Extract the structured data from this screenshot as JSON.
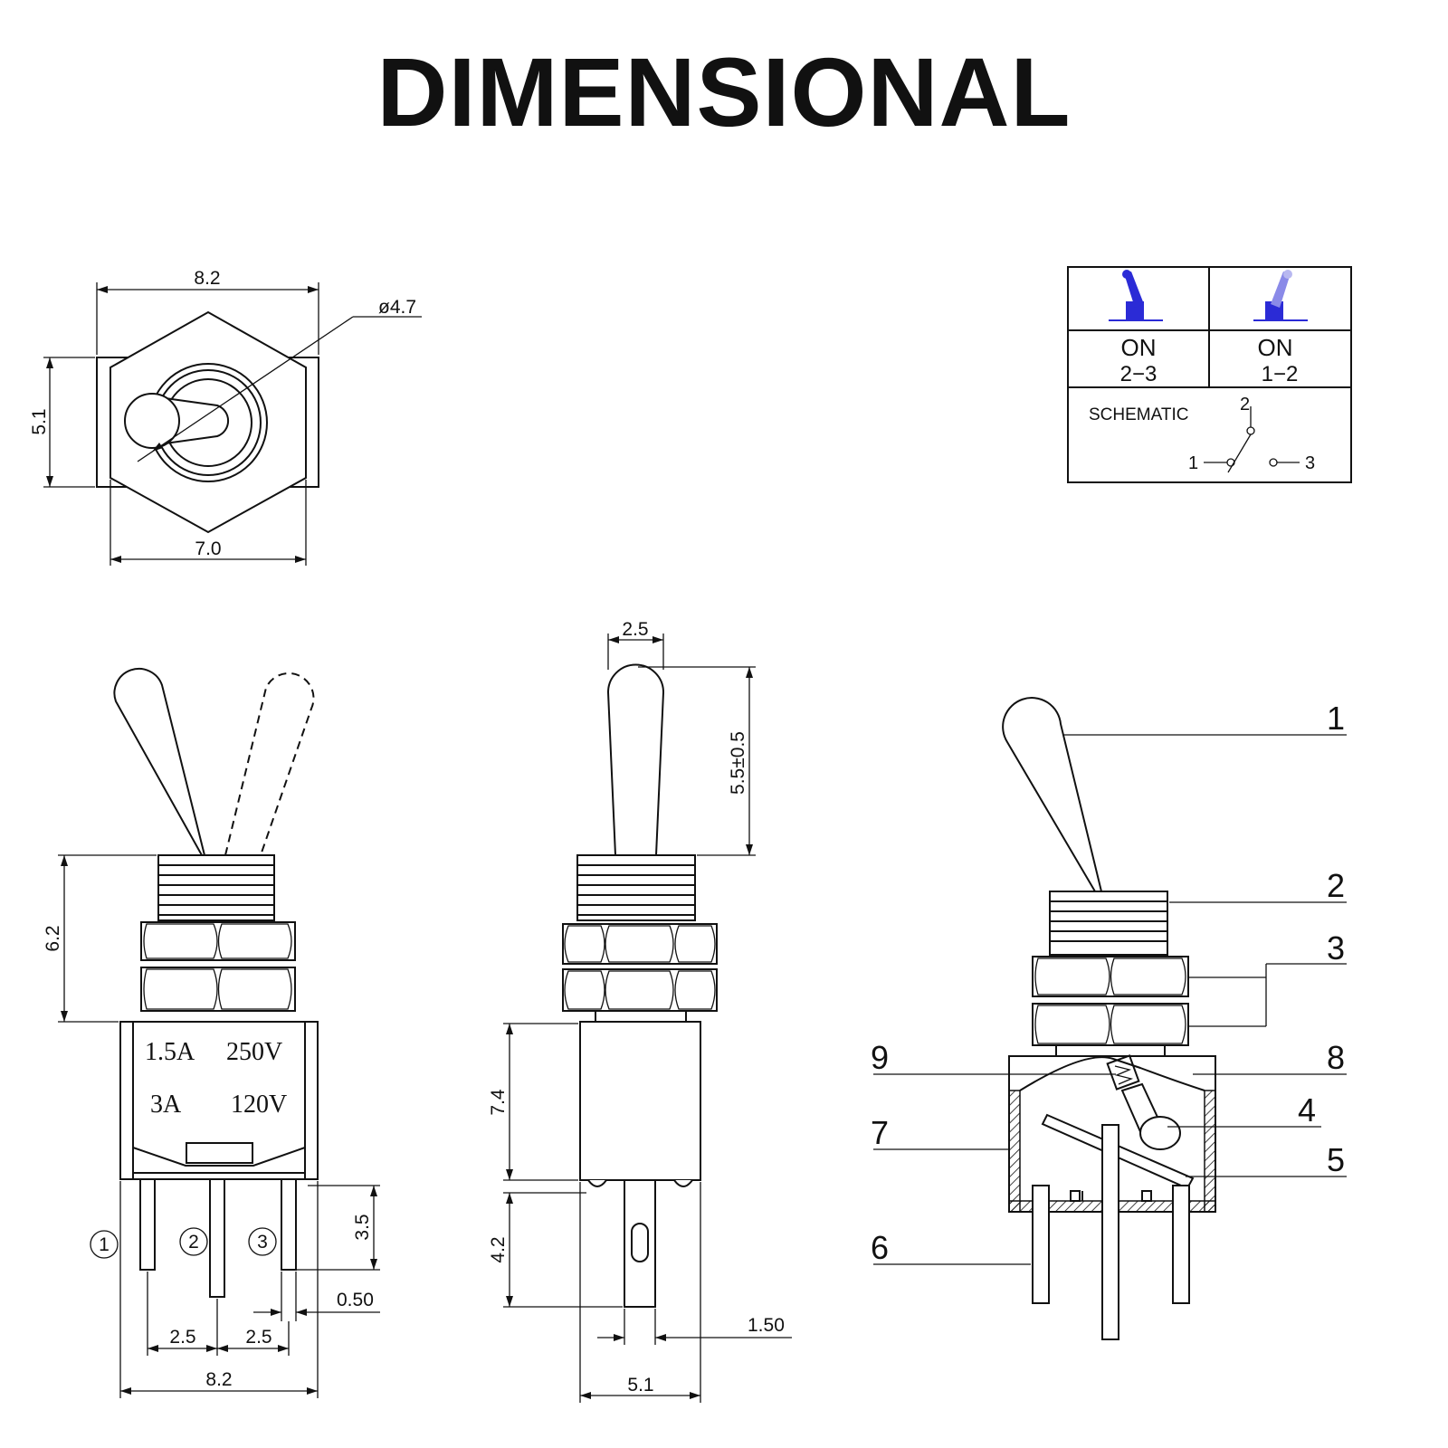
{
  "title": "DIMENSIONAL",
  "top_view": {
    "width_top": "8.2",
    "diameter": "ø4.7",
    "height": "5.1",
    "width_bottom": "7.0"
  },
  "front_view": {
    "thread_height": "6.2",
    "rating_line1_current": "1.5A",
    "rating_line1_voltage": "250V",
    "rating_line2_current": "3A",
    "rating_line2_voltage": "120V",
    "pin_length": "3.5",
    "pin_thickness": "0.50",
    "pitch_left": "2.5",
    "pitch_right": "2.5",
    "body_width": "8.2",
    "pin_labels": [
      "①",
      "②",
      "③"
    ]
  },
  "side_view": {
    "lever_width": "2.5",
    "lever_height": "5.5±0.5",
    "body_height": "7.4",
    "pin_height": "4.2",
    "pin_width": "1.50",
    "body_width": "5.1"
  },
  "section_view": {
    "callouts": [
      "1",
      "2",
      "3",
      "4",
      "5",
      "6",
      "7",
      "8",
      "9"
    ]
  },
  "schematic_table": {
    "col1_state": "ON",
    "col1_terminals": "2−3",
    "col2_state": "ON",
    "col2_terminals": "1−2",
    "schematic_label": "SCHEMATIC",
    "terminal_1": "1",
    "terminal_2": "2",
    "terminal_3": "3",
    "icon_color": "#2b2bd6"
  }
}
